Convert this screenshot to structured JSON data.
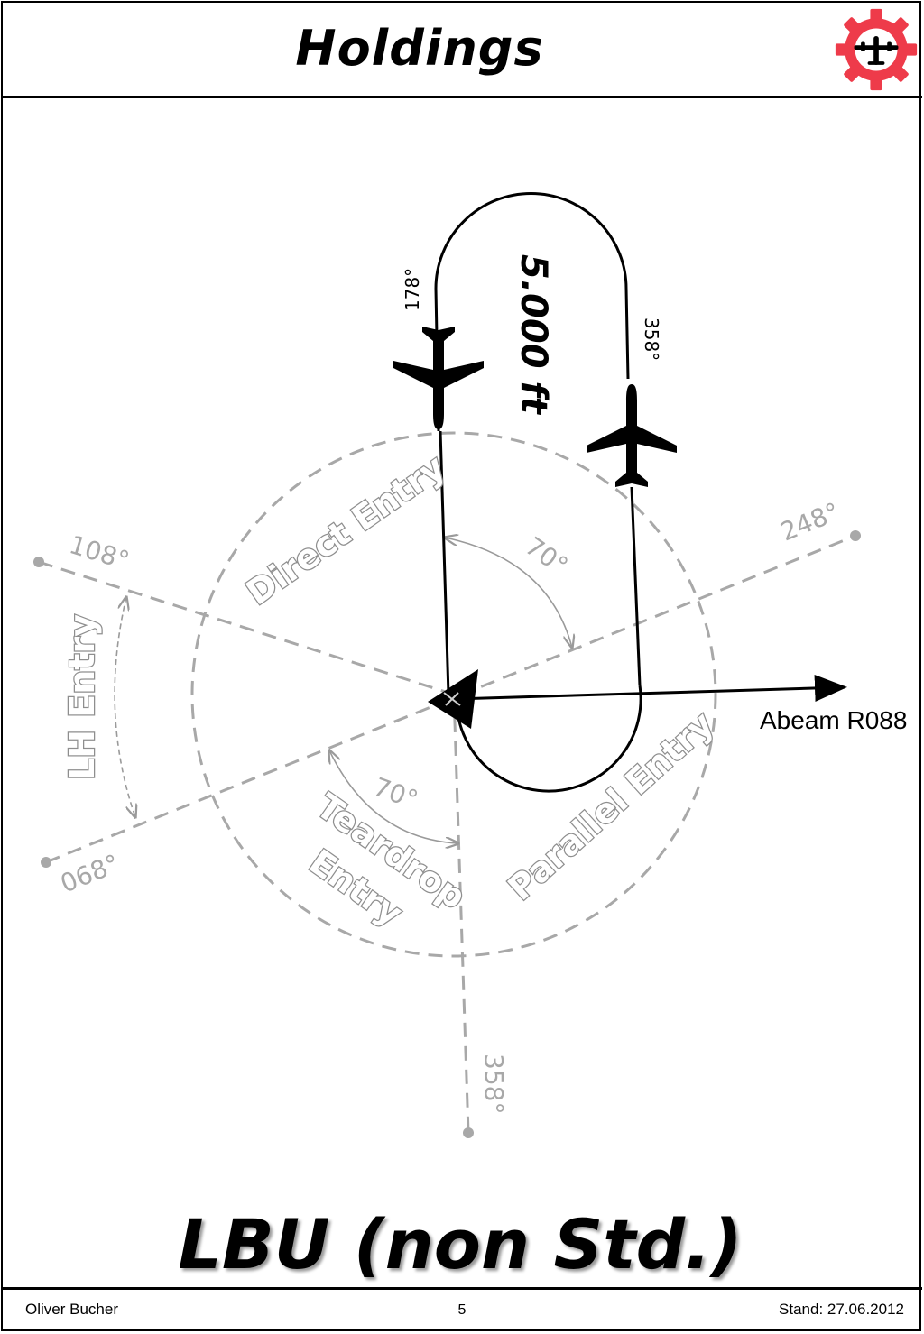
{
  "header": {
    "title": "Holdings",
    "logo_icon": "gear-airplane-logo-icon"
  },
  "diagram": {
    "altitude": "5.000 ft",
    "inbound_heading": "178°",
    "outbound_heading": "358°",
    "abeam_label": "Abeam R088",
    "sector_headings": {
      "h108": "108°",
      "h248": "248°",
      "h068": "068°",
      "h358": "358°"
    },
    "angle_top": "70°",
    "angle_bottom": "70°",
    "entries": {
      "direct": "Direct Entry",
      "lh": "LH Entry",
      "teardrop_line1": "Teardrop",
      "teardrop_line2": "Entry",
      "parallel": "Parallel Entry"
    }
  },
  "caption": "LBU (non Std.)",
  "footer": {
    "author": "Oliver Bucher",
    "page_number": "5",
    "date": "Stand: 27.06.2012"
  },
  "colors": {
    "guide_gray": "#a8a8a8",
    "logo_red": "#ee3b4a",
    "track": "#000000"
  }
}
